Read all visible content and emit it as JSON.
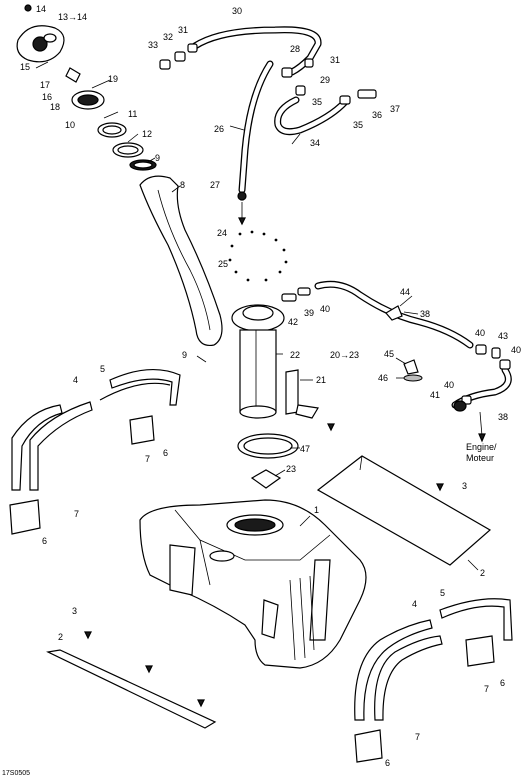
{
  "diagram": {
    "code": "17S0505",
    "destination_label": "Engine/\nMoteur",
    "callouts": [
      {
        "id": "c14",
        "text": "14"
      },
      {
        "id": "c13",
        "text": "13→14"
      },
      {
        "id": "c15",
        "text": "15"
      },
      {
        "id": "c17",
        "text": "17"
      },
      {
        "id": "c16",
        "text": "16"
      },
      {
        "id": "c18",
        "text": "18"
      },
      {
        "id": "c19",
        "text": "19"
      },
      {
        "id": "c10",
        "text": "10"
      },
      {
        "id": "c11",
        "text": "11"
      },
      {
        "id": "c12",
        "text": "12"
      },
      {
        "id": "c9a",
        "text": "9"
      },
      {
        "id": "c8",
        "text": "8"
      },
      {
        "id": "c30",
        "text": "30"
      },
      {
        "id": "c33",
        "text": "33"
      },
      {
        "id": "c32",
        "text": "32"
      },
      {
        "id": "c31a",
        "text": "31"
      },
      {
        "id": "c28",
        "text": "28"
      },
      {
        "id": "c31b",
        "text": "31"
      },
      {
        "id": "c29",
        "text": "29"
      },
      {
        "id": "c35a",
        "text": "35"
      },
      {
        "id": "c37",
        "text": "37"
      },
      {
        "id": "c36",
        "text": "36"
      },
      {
        "id": "c35b",
        "text": "35"
      },
      {
        "id": "c26",
        "text": "26"
      },
      {
        "id": "c34",
        "text": "34"
      },
      {
        "id": "c27",
        "text": "27"
      },
      {
        "id": "c24",
        "text": "24"
      },
      {
        "id": "c25",
        "text": "25"
      },
      {
        "id": "c44",
        "text": "44"
      },
      {
        "id": "c38a",
        "text": "38"
      },
      {
        "id": "c42",
        "text": "42"
      },
      {
        "id": "c39",
        "text": "39"
      },
      {
        "id": "c40a",
        "text": "40"
      },
      {
        "id": "c40b",
        "text": "40"
      },
      {
        "id": "c43",
        "text": "43"
      },
      {
        "id": "c40c",
        "text": "40"
      },
      {
        "id": "c45",
        "text": "45"
      },
      {
        "id": "c46",
        "text": "46"
      },
      {
        "id": "c40d",
        "text": "40"
      },
      {
        "id": "c41",
        "text": "41"
      },
      {
        "id": "c38b",
        "text": "38"
      },
      {
        "id": "c9b",
        "text": "9"
      },
      {
        "id": "c22",
        "text": "22"
      },
      {
        "id": "c20",
        "text": "20→23"
      },
      {
        "id": "c21",
        "text": "21"
      },
      {
        "id": "c4a",
        "text": "4"
      },
      {
        "id": "c5a",
        "text": "5"
      },
      {
        "id": "c6a",
        "text": "6"
      },
      {
        "id": "c7a",
        "text": "7"
      },
      {
        "id": "c47",
        "text": "47"
      },
      {
        "id": "c23",
        "text": "23"
      },
      {
        "id": "c3a",
        "text": "3"
      },
      {
        "id": "c7b",
        "text": "7"
      },
      {
        "id": "c6b",
        "text": "6"
      },
      {
        "id": "c1",
        "text": "1"
      },
      {
        "id": "c2a",
        "text": "2"
      },
      {
        "id": "c3b",
        "text": "3"
      },
      {
        "id": "c2b",
        "text": "2"
      },
      {
        "id": "c4b",
        "text": "4"
      },
      {
        "id": "c5b",
        "text": "5"
      },
      {
        "id": "c6c",
        "text": "6"
      },
      {
        "id": "c7c",
        "text": "7"
      },
      {
        "id": "c6d",
        "text": "6"
      },
      {
        "id": "c7d",
        "text": "7"
      }
    ]
  }
}
